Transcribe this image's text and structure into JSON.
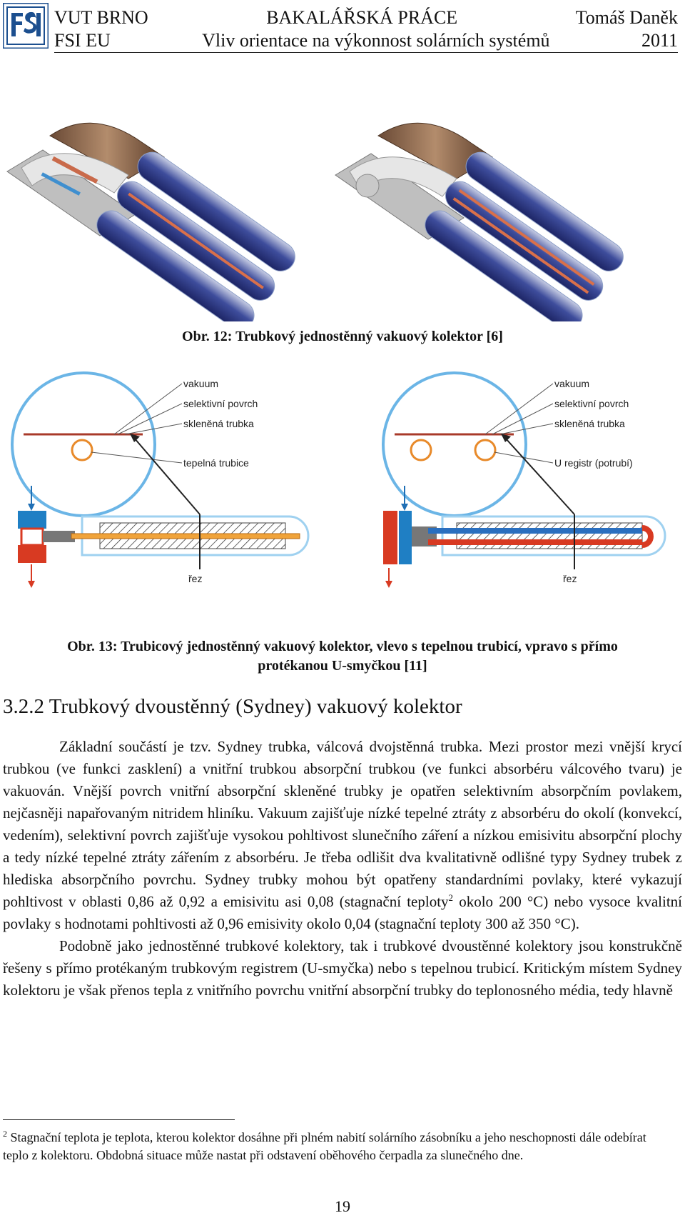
{
  "header": {
    "left_top": "VUT BRNO",
    "center_top": "BAKALÁŘSKÁ PRÁCE",
    "right_top": "Tomáš Daněk",
    "left_bottom": "FSI EU",
    "center_bottom": "Vliv orientace na výkonnost solárních systémů",
    "right_bottom": "2011"
  },
  "figure12": {
    "caption": "Obr. 12: Trubkový jednostěnný vakuový kolektor [6]"
  },
  "figure13": {
    "left_labels": [
      "vakuum",
      "selektivní povrch",
      "skleněná trubka",
      "tepelná trubice"
    ],
    "right_labels": [
      "vakuum",
      "selektivní povrch",
      "skleněná trubka",
      "U registr (potrubí)"
    ],
    "section_label_left": "řez",
    "section_label_right": "řez",
    "caption_line1": "Obr. 13: Trubicový jednostěnný vakuový kolektor, vlevo s tepelnou trubicí, vpravo s přímo",
    "caption_line2": "protékanou U-smyčkou [11]"
  },
  "section": {
    "heading": "3.2.2 Trubkový dvoustěnný (Sydney) vakuový kolektor"
  },
  "paragraph1_before_sup": "Základní součástí je tzv. Sydney trubka, válcová dvojstěnná trubka. Mezi prostor mezi vnější krycí trubkou (ve funkci zasklení) a vnitřní trubkou absorpční trubkou (ve funkci absorbéru válcového tvaru) je vakuován. Vnější povrch vnitřní absorpční skleněné trubky je opatřen selektivním absorpčním povlakem, nejčasněji napařovaným nitridem hliníku. Vakuum zajišťuje nízké tepelné ztráty z absorbéru do okolí (konvekcí, vedením), selektivní povrch zajišťuje vysokou pohltivost slunečního záření a nízkou emisivitu absorpční plochy a tedy nízké tepelné ztráty zářením z absorbéru. Je třeba odlišit dva kvalitativně odlišné typy Sydney trubek z hlediska absorpčního povrchu. Sydney trubky mohou být opatřeny standardními povlaky, které vykazují pohltivost v oblasti 0,86 až 0,92 a emisivitu asi 0,08 (stagnační teploty",
  "paragraph1_sup": "2",
  "paragraph1_after_sup": " okolo 200 °C) nebo vysoce kvalitní povlaky s hodnotami pohltivosti až 0,96 emisivity okolo 0,04 (stagnační teploty 300 až 350 °C).",
  "paragraph2": "Podobně jako jednostěnné trubkové kolektory, tak i trubkové dvoustěnné kolektory jsou konstrukčně řešeny s přímo protékaným trubkovým registrem (U-smyčka) nebo s tepelnou trubicí. Kritickým místem Sydney kolektoru je však přenos tepla z vnitřního povrchu vnitřní absorpční trubky do teplonosného média, tedy hlavně",
  "footnote": {
    "marker": "2",
    "text": " Stagnační teplota je teplota, kterou kolektor dosáhne při plném nabití solárního zásobníku a jeho neschopnosti dále odebírat teplo z kolektoru. Obdobná situace může nastat při odstavení oběhového čerpadla za slunečného dne."
  },
  "page_number": "19"
}
